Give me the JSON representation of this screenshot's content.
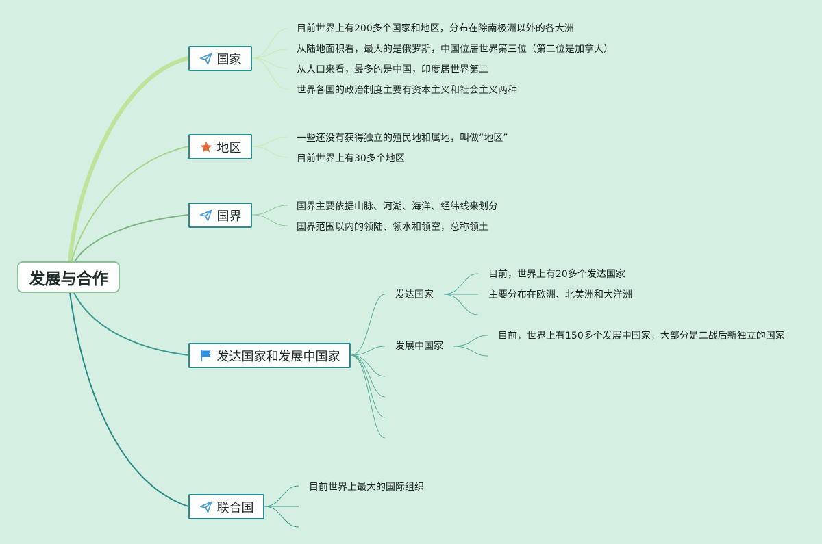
{
  "root": {
    "label": "发展与合作"
  },
  "topics": [
    {
      "label": "国家",
      "icon": "paper-plane-icon",
      "leaves": [
        "目前世界上有200多个国家和地区，分布在除南极洲以外的各大洲",
        "从陆地面积看，最大的是俄罗斯，中国位居世界第三位（第二位是加拿大）",
        "从人口来看，最多的是中国，印度居世界第二",
        "世界各国的政治制度主要有资本主义和社会主义两种"
      ]
    },
    {
      "label": "地区",
      "icon": "star-icon",
      "leaves": [
        "一些还没有获得独立的殖民地和属地，叫做“地区”",
        "目前世界上有30多个地区"
      ]
    },
    {
      "label": "国界",
      "icon": "paper-plane-icon",
      "leaves": [
        "国界主要依据山脉、河湖、海洋、经纬线来划分",
        "国界范围以内的领陆、领水和领空，总称领土"
      ]
    },
    {
      "label": "发达国家和发展中国家",
      "icon": "flag-icon",
      "subtopics": [
        {
          "label": "发达国家",
          "leaves": [
            "目前，世界上有20多个发达国家",
            "主要分布在欧洲、北美洲和大洋洲"
          ]
        },
        {
          "label": "发展中国家",
          "leaves": [
            "目前，世界上有150多个发展中国家，大部分是二战后新独立的国家"
          ]
        }
      ]
    },
    {
      "label": "联合国",
      "icon": "paper-plane-icon",
      "leaves": [
        "目前世界上最大的国际组织"
      ]
    }
  ],
  "colors": {
    "background": "#d5f0e3",
    "topic_border": "#2e8a8c",
    "root_border": "#8fbf98",
    "branch_1": "#bfe39a",
    "branch_2": "#a5d48a",
    "branch_3": "#7db582",
    "branch_4": "#3a9a8e",
    "branch_5": "#2a8a88",
    "star": "#e8693a",
    "plane": "#4a9fd8",
    "flag": "#2d8ee0"
  }
}
